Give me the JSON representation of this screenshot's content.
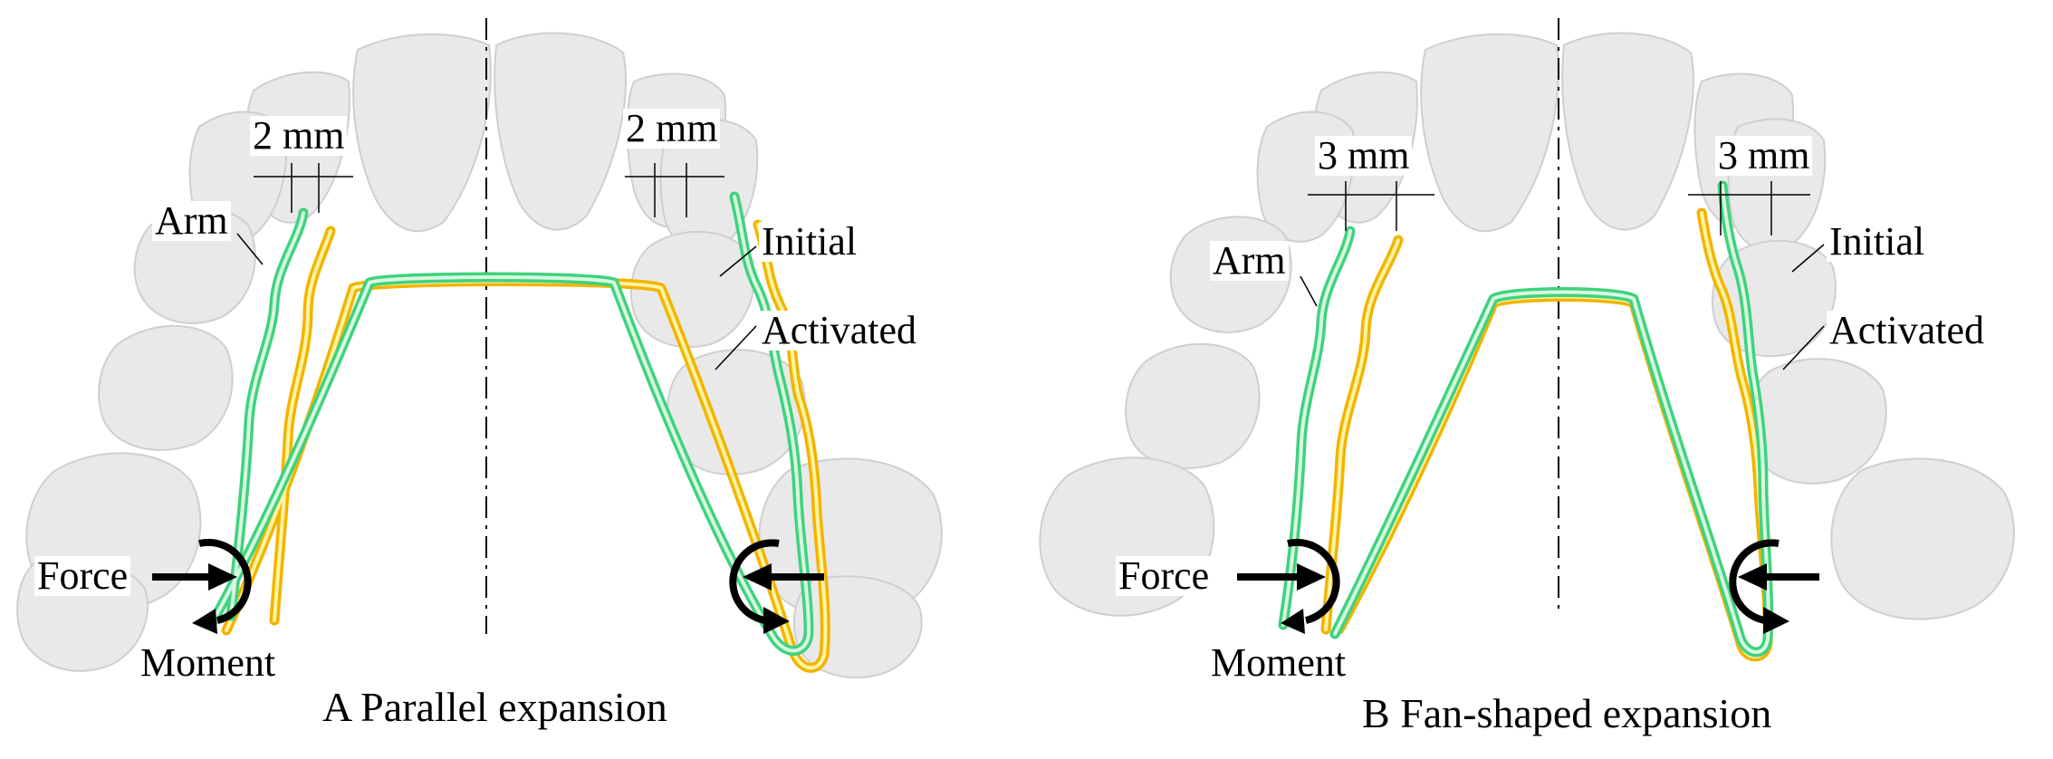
{
  "colors": {
    "initial_wire": "#3fd27f",
    "initial_wire_core": "#d8f7df",
    "activated_wire": "#f2b400",
    "activated_wire_core": "#fff3a0",
    "tooth_fill": "#e9e9e9",
    "tooth_stroke": "#cfcfcf"
  },
  "panels": [
    {
      "id": "A",
      "caption": "A Parallel expansion",
      "left_gap": "2 mm",
      "right_gap": "2 mm",
      "arm": "Arm",
      "initial": "Initial",
      "activated": "Activated",
      "force": "Force",
      "moment": "Moment"
    },
    {
      "id": "B",
      "caption": "B Fan-shaped expansion",
      "left_gap": "3 mm",
      "right_gap": "3 mm",
      "arm": "Arm",
      "initial": "Initial",
      "activated": "Activated",
      "force": "Force",
      "moment": "Moment"
    }
  ]
}
